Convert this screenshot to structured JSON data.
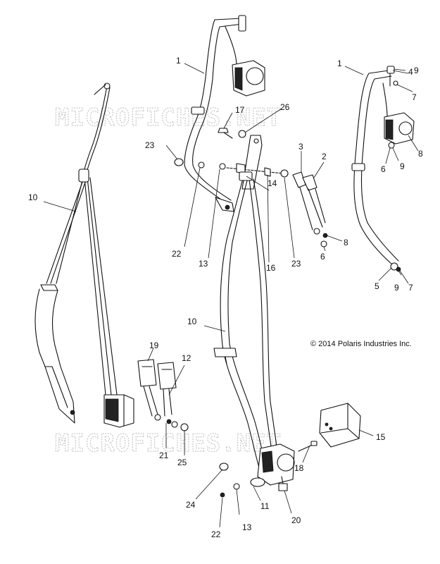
{
  "watermark": "MICROFICHES.NET",
  "copyright": "© 2014 Polaris Industries Inc.",
  "callouts": [
    {
      "id": "c1a",
      "label": "1"
    },
    {
      "id": "c1b",
      "label": "1"
    },
    {
      "id": "c2",
      "label": "2"
    },
    {
      "id": "c3",
      "label": "3"
    },
    {
      "id": "c4",
      "label": "4"
    },
    {
      "id": "c5",
      "label": "5"
    },
    {
      "id": "c6a",
      "label": "6"
    },
    {
      "id": "c6b",
      "label": "6"
    },
    {
      "id": "c7a",
      "label": "7"
    },
    {
      "id": "c7b",
      "label": "7"
    },
    {
      "id": "c8a",
      "label": "8"
    },
    {
      "id": "c8b",
      "label": "8"
    },
    {
      "id": "c9a",
      "label": "9"
    },
    {
      "id": "c9b",
      "label": "9"
    },
    {
      "id": "c9c",
      "label": "9"
    },
    {
      "id": "c10a",
      "label": "10"
    },
    {
      "id": "c10b",
      "label": "10"
    },
    {
      "id": "c11",
      "label": "11"
    },
    {
      "id": "c12",
      "label": "12"
    },
    {
      "id": "c13a",
      "label": "13"
    },
    {
      "id": "c13b",
      "label": "13"
    },
    {
      "id": "c14",
      "label": "14"
    },
    {
      "id": "c15",
      "label": "15"
    },
    {
      "id": "c16",
      "label": "16"
    },
    {
      "id": "c17",
      "label": "17"
    },
    {
      "id": "c18",
      "label": "18"
    },
    {
      "id": "c19",
      "label": "19"
    },
    {
      "id": "c20",
      "label": "20"
    },
    {
      "id": "c21",
      "label": "21"
    },
    {
      "id": "c22a",
      "label": "22"
    },
    {
      "id": "c22b",
      "label": "22"
    },
    {
      "id": "c23a",
      "label": "23"
    },
    {
      "id": "c23b",
      "label": "23"
    },
    {
      "id": "c24",
      "label": "24"
    },
    {
      "id": "c25",
      "label": "25"
    },
    {
      "id": "c26",
      "label": "26"
    }
  ]
}
